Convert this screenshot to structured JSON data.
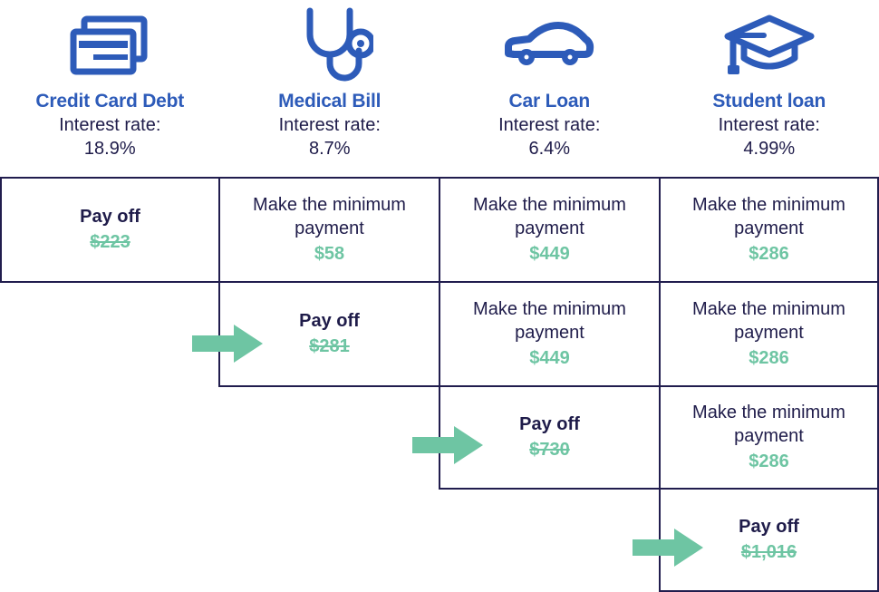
{
  "palette": {
    "title_blue": "#2d5bb9",
    "icon_blue": "#2d5bb9",
    "text_navy": "#1f1c4a",
    "border_navy": "#211d4e",
    "amount_green": "#6ec5a3",
    "background": "#ffffff"
  },
  "columns": [
    {
      "icon": "credit-card-icon",
      "title": "Credit Card Debt",
      "rate_label": "Interest rate:",
      "rate_value": "18.9%"
    },
    {
      "icon": "stethoscope-icon",
      "title": "Medical Bill",
      "rate_label": "Interest rate:",
      "rate_value": "8.7%"
    },
    {
      "icon": "car-icon",
      "title": "Car Loan",
      "rate_label": "Interest rate:",
      "rate_value": "6.4%"
    },
    {
      "icon": "graduation-cap-icon",
      "title": "Student loan",
      "rate_label": "Interest rate:",
      "rate_value": "4.99%"
    }
  ],
  "rows": [
    {
      "cells": [
        {
          "action": "Pay off",
          "amount": "$223",
          "type": "payoff",
          "struck": true
        },
        {
          "action": "Make the minimum payment",
          "amount": "$58",
          "type": "minimum",
          "struck": false
        },
        {
          "action": "Make the minimum payment",
          "amount": "$449",
          "type": "minimum",
          "struck": false
        },
        {
          "action": "Make the minimum payment",
          "amount": "$286",
          "type": "minimum",
          "struck": false
        }
      ]
    },
    {
      "cells": [
        {
          "action": "",
          "amount": "",
          "type": "empty",
          "struck": false
        },
        {
          "action": "Pay off",
          "amount": "$281",
          "type": "payoff",
          "struck": true
        },
        {
          "action": "Make the minimum payment",
          "amount": "$449",
          "type": "minimum",
          "struck": false
        },
        {
          "action": "Make the minimum payment",
          "amount": "$286",
          "type": "minimum",
          "struck": false
        }
      ]
    },
    {
      "cells": [
        {
          "action": "",
          "amount": "",
          "type": "empty",
          "struck": false
        },
        {
          "action": "",
          "amount": "",
          "type": "empty",
          "struck": false
        },
        {
          "action": "Pay off",
          "amount": "$730",
          "type": "payoff",
          "struck": true
        },
        {
          "action": "Make the minimum payment",
          "amount": "$286",
          "type": "minimum",
          "struck": false
        }
      ]
    },
    {
      "cells": [
        {
          "action": "",
          "amount": "",
          "type": "empty",
          "struck": false
        },
        {
          "action": "",
          "amount": "",
          "type": "empty",
          "struck": false
        },
        {
          "action": "",
          "amount": "",
          "type": "empty",
          "struck": false
        },
        {
          "action": "Pay off",
          "amount": "$1,016",
          "type": "payoff",
          "struck": true
        }
      ]
    }
  ],
  "arrows": [
    {
      "name": "arrow-to-medical-bill-payoff"
    },
    {
      "name": "arrow-to-car-loan-payoff"
    },
    {
      "name": "arrow-to-student-loan-payoff"
    }
  ]
}
